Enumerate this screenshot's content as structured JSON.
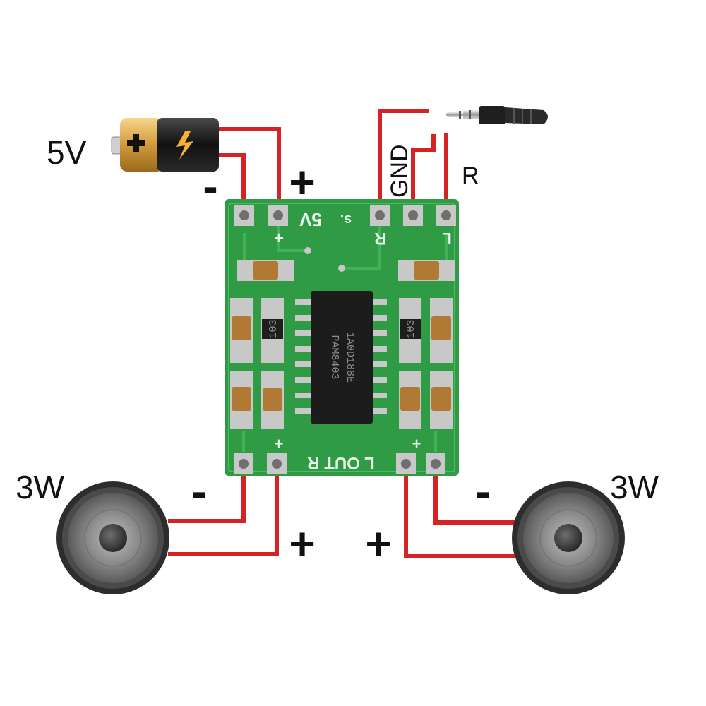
{
  "labels": {
    "supply_voltage": "5V",
    "minus_symbol": "-",
    "plus_symbol": "+",
    "gnd": "GND",
    "right_channel": "R",
    "speaker_power": "3W"
  },
  "board": {
    "silk_5v": "5V",
    "silk_s": "s.",
    "silk_r": "R",
    "silk_l": "L",
    "silk_out": "L OUT R",
    "chip_line1": "PAM8403",
    "chip_line2": "1A0D188E",
    "resistor_code": "103"
  },
  "colors": {
    "wire": "#d42323",
    "board": "#2f9c45",
    "board_dark": "#1f7a33",
    "chip": "#1c1c1c",
    "pad": "#c8c8c8"
  },
  "icons": [
    "battery-icon",
    "audio-jack-icon",
    "speaker-icon"
  ]
}
